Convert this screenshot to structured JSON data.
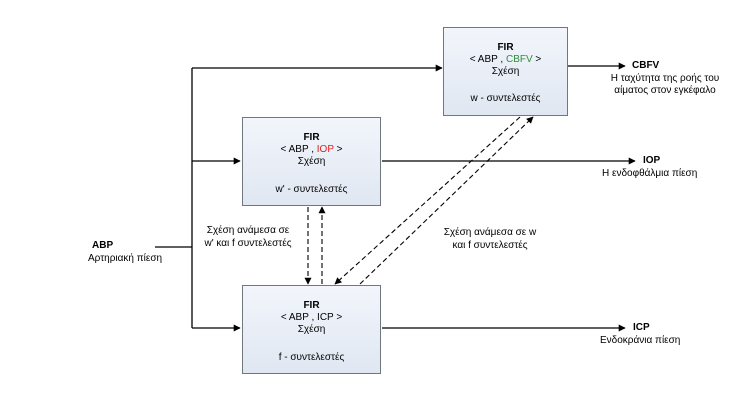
{
  "colors": {
    "iop_accent": "#e0201b",
    "cbfv_accent": "#2f8c3a",
    "box_border": "#6f7780",
    "line": "#000000"
  },
  "input": {
    "name": "ABP",
    "description": "Αρτηριακή πίεση"
  },
  "boxes": {
    "cbfv": {
      "title": "FIR",
      "relation_open": "< ABP , ",
      "relation_signal": "CBFV",
      "relation_close": " >",
      "relation_label": "Σχέση",
      "coefficients": "w - συντελεστές"
    },
    "iop": {
      "title": "FIR",
      "relation_open": "< ABP , ",
      "relation_signal": "IOP",
      "relation_close": " >",
      "relation_label": "Σχέση",
      "coefficients": "w' - συντελεστές"
    },
    "icp": {
      "title": "FIR",
      "relation_open": "< ABP , ",
      "relation_signal": "ICP",
      "relation_close": " >",
      "relation_label": "Σχέση",
      "coefficients": "f - συντελεστές"
    }
  },
  "outputs": {
    "cbfv": {
      "name": "CBFV",
      "description_line1": "Η ταχύτητα της ροής του",
      "description_line2": "αίματος στον εγκέφαλο"
    },
    "iop": {
      "name": "IOP",
      "description": "Η ενδοφθάλμια πίεση"
    },
    "icp": {
      "name": "ICP",
      "description": "Ενδοκράνια πίεση"
    }
  },
  "relations": {
    "iop_icp_line1": "Σχέση ανάμεσα σε",
    "iop_icp_line2": "w' και f συντελεστές",
    "cbfv_icp_line1": "Σχέση ανάμεσα σε w",
    "cbfv_icp_line2": "και f συντελεστές"
  }
}
